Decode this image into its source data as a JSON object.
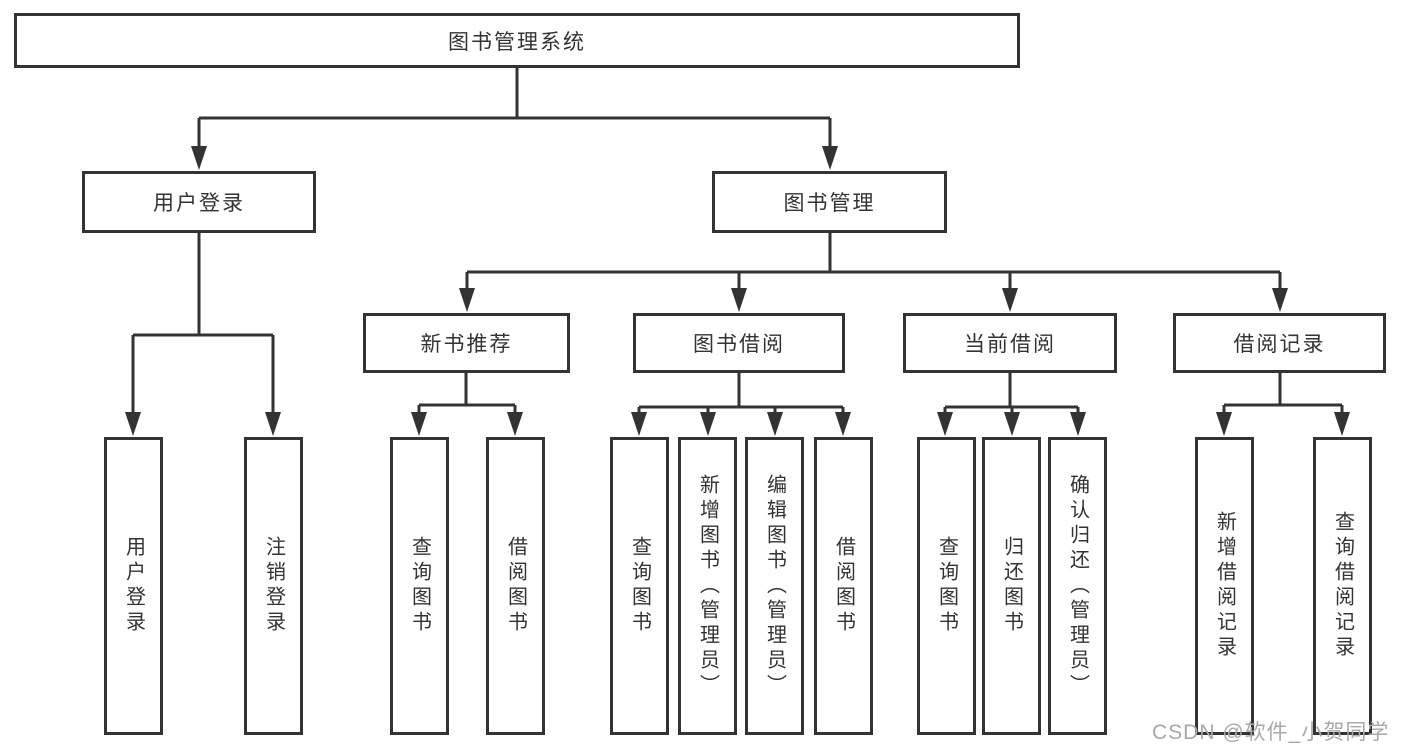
{
  "diagram": {
    "type": "hierarchy-tree",
    "colors": {
      "line": "#333333",
      "box_border": "#333333",
      "text": "#333333",
      "background": "#ffffff",
      "watermark": "#a8a8a8"
    },
    "nodes": {
      "root": "图书管理系统",
      "user_login": "用户登录",
      "book_mgmt": "图书管理",
      "new_book_rec": "新书推荐",
      "book_borrow": "图书借阅",
      "current_borrow": "当前借阅",
      "borrow_records": "借阅记录",
      "leaf_user_login": "用户登录",
      "leaf_logout": "注销登录",
      "leaf_query_books_1": "查询图书",
      "leaf_borrow_books_1": "借阅图书",
      "leaf_query_books_2": "查询图书",
      "leaf_add_books": "新增图书（管理员）",
      "leaf_edit_books": "编辑图书（管理员）",
      "leaf_borrow_books_2": "借阅图书",
      "leaf_query_books_3": "查询图书",
      "leaf_return_books": "归还图书",
      "leaf_confirm_return": "确认归还（管理员）",
      "leaf_add_record": "新增借阅记录",
      "leaf_query_record": "查询借阅记录"
    },
    "hierarchy": {
      "图书管理系统": [
        "用户登录",
        "图书管理"
      ],
      "用户登录": [
        "用户登录",
        "注销登录"
      ],
      "图书管理": [
        "新书推荐",
        "图书借阅",
        "当前借阅",
        "借阅记录"
      ],
      "新书推荐": [
        "查询图书",
        "借阅图书"
      ],
      "图书借阅": [
        "查询图书",
        "新增图书（管理员）",
        "编辑图书（管理员）",
        "借阅图书"
      ],
      "当前借阅": [
        "查询图书",
        "归还图书",
        "确认归还（管理员）"
      ],
      "借阅记录": [
        "新增借阅记录",
        "查询借阅记录"
      ]
    },
    "watermark": "CSDN @软件_小贺同学"
  }
}
